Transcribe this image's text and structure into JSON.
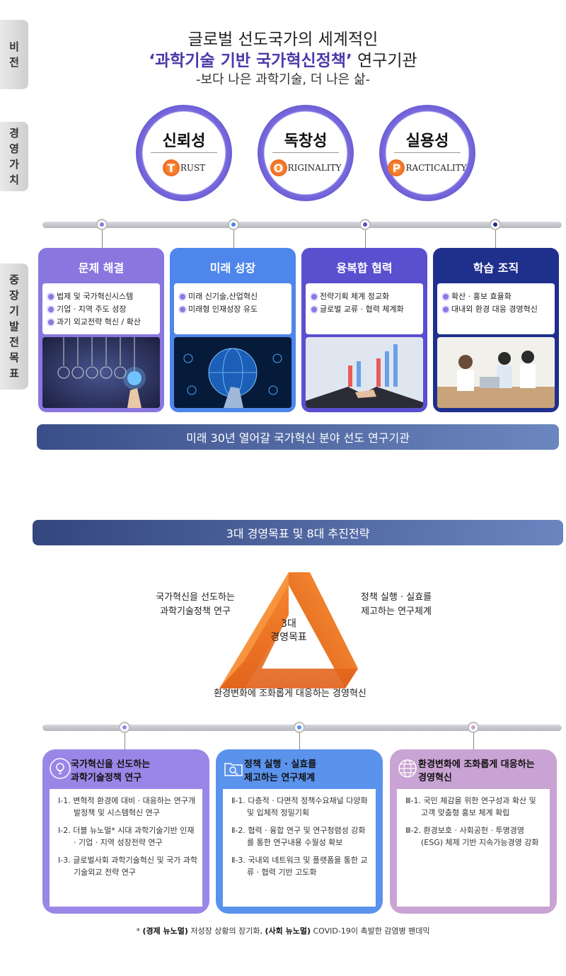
{
  "side": {
    "vision": "비\n전",
    "values": "경\n영\n가\n치",
    "goals": "중\n장\n기\n발\n전\n목\n표"
  },
  "vision": {
    "line1": "글로벌 선도국가의 세계적인",
    "line2_bold": "‘과학기술 기반 국가혁신정책’",
    "line2_rest": " 연구기관",
    "line3": "-보다 나은 과학기술, 더 나은 삶-"
  },
  "values": [
    {
      "ko": "신뢰성",
      "letter": "T",
      "rest": "RUST"
    },
    {
      "ko": "독창성",
      "letter": "O",
      "rest": "RIGINALITY"
    },
    {
      "ko": "실용성",
      "letter": "P",
      "rest": "RACTICALITY"
    }
  ],
  "goals": [
    {
      "title": "문제 해결",
      "color": "#8a76df",
      "items": [
        "법제 및 국가혁신시스템",
        "기업 · 지역 주도 성장",
        "과기 외교전략 혁신 / 확산"
      ]
    },
    {
      "title": "미래 성장",
      "color": "#4e86ec",
      "items": [
        "미래 신기술,산업혁신",
        "미래형 인재성장 유도"
      ]
    },
    {
      "title": "융복합 협력",
      "color": "#5a4fcf",
      "items": [
        "전략기획 체계 정교화",
        "글로벌 교류 · 협력 체계화"
      ]
    },
    {
      "title": "학습 조직",
      "color": "#1f2f8c",
      "items": [
        "확산 · 홍보 효율화",
        "대내외 환경 대응 경영혁신"
      ]
    }
  ],
  "banner1": "미래 30년 열어갈 국가혁신 분야 선도 연구기관",
  "banner2": "3대 경영목표 및 8대 추진전략",
  "triangle": {
    "center1": "3대",
    "center2": "경영목표",
    "left1": "국가혁신을 선도하는",
    "left2": "과학기술정책 연구",
    "right1": "정책 실행 · 실효를",
    "right2": "제고하는 연구체계",
    "bottom": "환경변화에 조화롭게 대응하는 경영혁신"
  },
  "strategies": [
    {
      "title1": "국가혁신을 선도하는",
      "title2": "과학기술정책 연구",
      "color": "#9a86e6",
      "icon": "lightbulb-icon",
      "items": [
        "Ⅰ-1. 변혁적 환경에 대비 · 대응하는 연구개발정책 및 시스템혁신 연구",
        "Ⅰ-2. 더블 뉴노멀* 시대 과학기술기반 인재 · 기업 · 지역 성장전략 연구",
        "Ⅰ-3. 글로벌사회 과학기술혁신 및 국가 과학기술외교 전략 연구"
      ]
    },
    {
      "title1": "정책 실행 · 실효를",
      "title2": "제고하는 연구체계",
      "color": "#5a92ec",
      "icon": "folder-search-icon",
      "items": [
        "Ⅱ-1. 다층적 · 다면적 정책수요채널 다양화 및 입체적 정밀기획",
        "Ⅱ-2. 협력 · 융합 연구 및 연구청렴성 강화를 통한 연구내용 수월성 확보",
        "Ⅱ-3. 국내외 네트워크 및 플랫폼을 통한 교류 · 협력 기반 고도화"
      ]
    },
    {
      "title1": "환경변화에 조화롭게 대응하는",
      "title2": "경영혁신",
      "color": "#c9a3d3",
      "icon": "globe-icon",
      "items": [
        "Ⅲ-1. 국민 체감을 위한 연구성과 확산 및 고객 맞춤형 홍보 체계 확립",
        "Ⅲ-2. 환경보호 · 사회공헌 · 투명경영 (ESG) 체제 기반 지속가능경영 강화"
      ]
    }
  ],
  "footnote": {
    "star": "* ",
    "b1": "(경제 뉴노멀)",
    "t1": " 저성장 상황의 장기화, ",
    "b2": "(사회 뉴노멀)",
    "t2": " COVID-19이 촉발한 감염병 팬데믹"
  }
}
